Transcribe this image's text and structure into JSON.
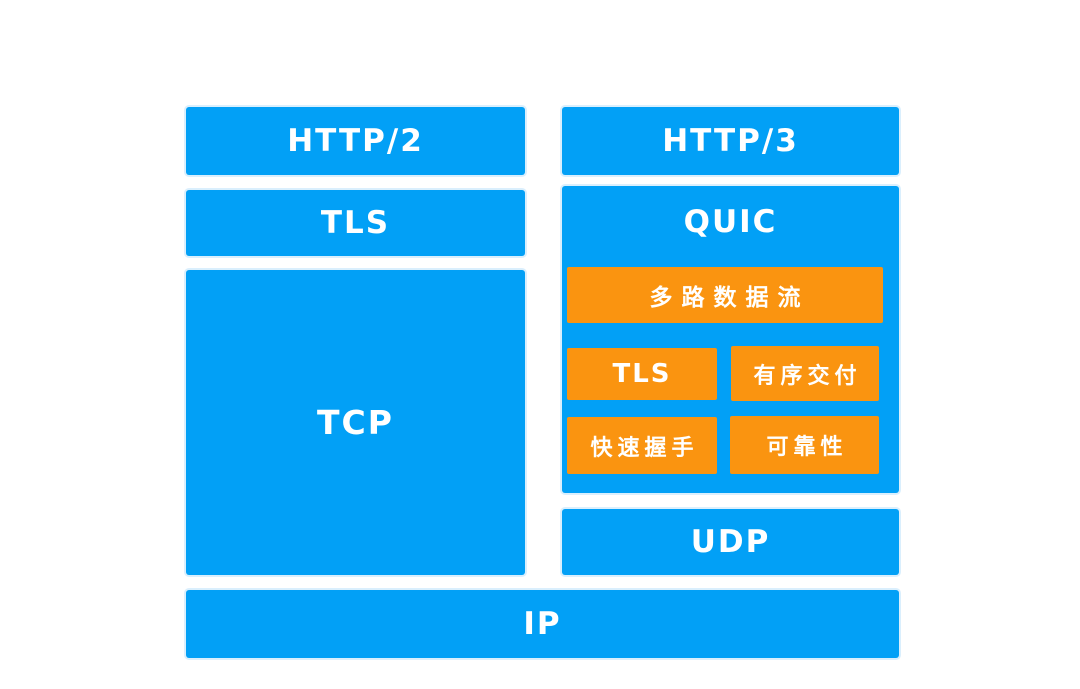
{
  "colors": {
    "blue": "#02A0F6",
    "orange": "#FA9410",
    "text": "#FFFFFF",
    "background": "#FFFFFF"
  },
  "left_stack": {
    "http2": "HTTP/2",
    "tls": "TLS",
    "tcp": "TCP"
  },
  "right_stack": {
    "http3": "HTTP/3",
    "quic": {
      "label": "QUIC",
      "features": [
        "多路数据流",
        "TLS",
        "有序交付",
        "快速握手",
        "可靠性"
      ]
    },
    "udp": "UDP"
  },
  "bottom": {
    "ip": "IP"
  }
}
